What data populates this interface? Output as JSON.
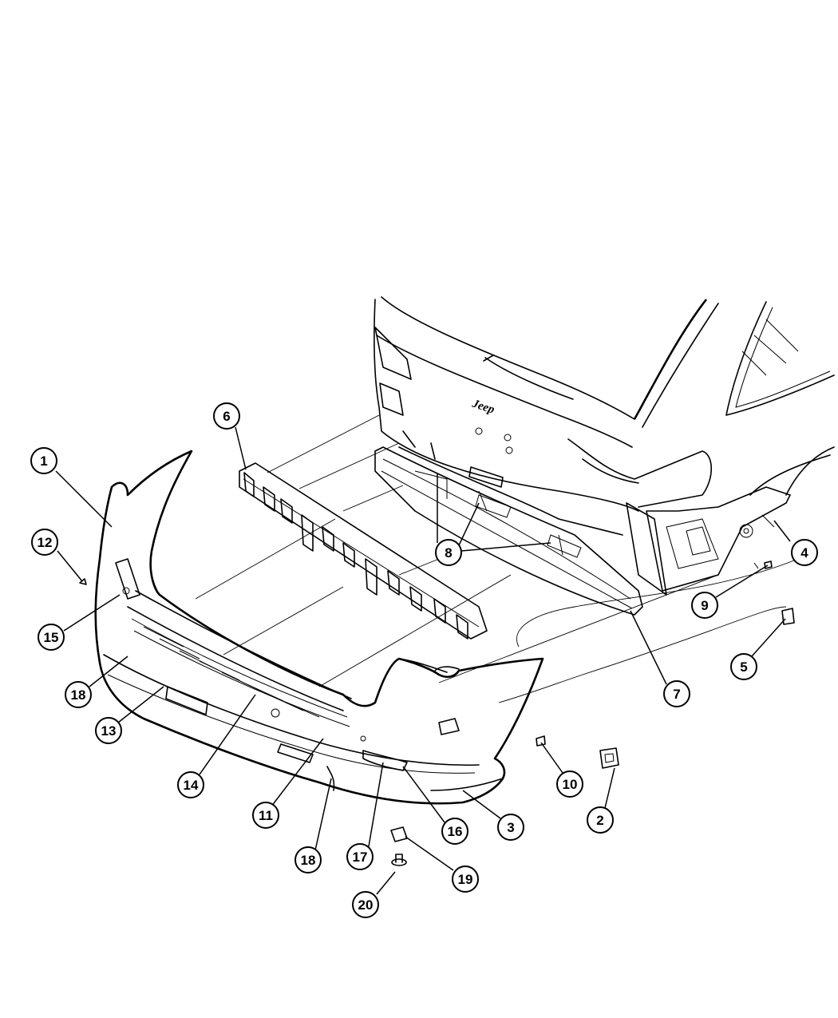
{
  "brand_badge": "Jeep",
  "callouts": [
    {
      "id": "1",
      "label": "1"
    },
    {
      "id": "2",
      "label": "2"
    },
    {
      "id": "3",
      "label": "3"
    },
    {
      "id": "4",
      "label": "4"
    },
    {
      "id": "5",
      "label": "5"
    },
    {
      "id": "6",
      "label": "6"
    },
    {
      "id": "7",
      "label": "7"
    },
    {
      "id": "8",
      "label": "8"
    },
    {
      "id": "9",
      "label": "9"
    },
    {
      "id": "10",
      "label": "10"
    },
    {
      "id": "11",
      "label": "11"
    },
    {
      "id": "12",
      "label": "12"
    },
    {
      "id": "13",
      "label": "13"
    },
    {
      "id": "14",
      "label": "14"
    },
    {
      "id": "15",
      "label": "15"
    },
    {
      "id": "16",
      "label": "16"
    },
    {
      "id": "17",
      "label": "17"
    },
    {
      "id": "18a",
      "label": "18"
    },
    {
      "id": "18b",
      "label": "18"
    },
    {
      "id": "19",
      "label": "19"
    },
    {
      "id": "20",
      "label": "20"
    }
  ]
}
